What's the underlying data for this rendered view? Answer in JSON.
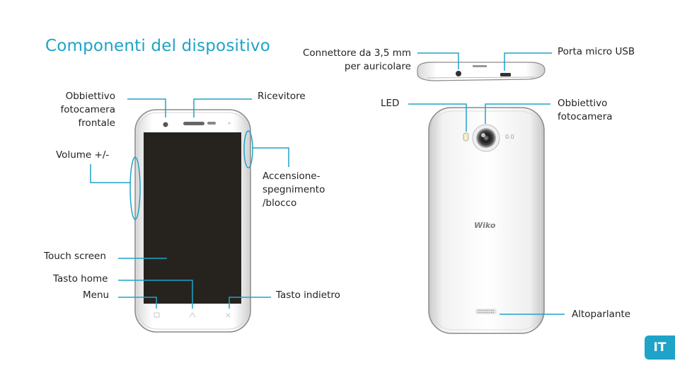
{
  "page": {
    "title": "Componenti del dispositivo",
    "lang_badge": "IT"
  },
  "front": {
    "obbiettivo_frontale": "Obbiettivo\nfotocamera\nfrontale",
    "ricevitore": "Ricevitore",
    "volume": "Volume +/-",
    "accensione": "Accensione-\nspegnimento\n/blocco",
    "touch_screen": "Touch screen",
    "tasto_home": "Tasto home",
    "menu": "Menu",
    "tasto_indietro": "Tasto indietro"
  },
  "top": {
    "connettore": "Connettore da 3,5 mm\nper auricolare",
    "usb": "Porta micro USB"
  },
  "back": {
    "led": "LED",
    "obbiettivo_retro": "Obbiettivo\nfotocamera",
    "altoparlante": "Altoparlante",
    "brand": "Wiko"
  },
  "colors": {
    "accent": "#1fa3c8",
    "text": "#231f20",
    "screen": "#26231f"
  }
}
